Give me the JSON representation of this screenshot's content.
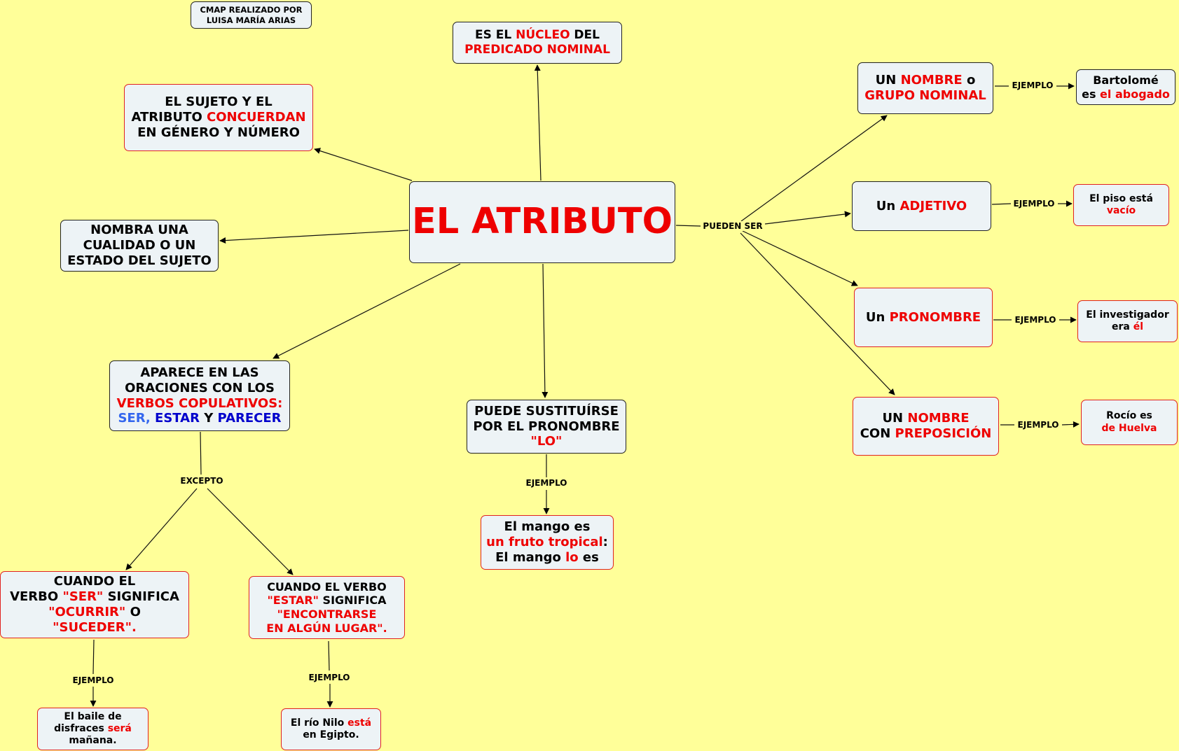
{
  "colors": {
    "background": "#ffff99",
    "node_fill": "#edf3f6",
    "accent_red": "#ee0000",
    "blue_light": "#3366ee",
    "blue_dark": "#0000cc"
  },
  "credit": {
    "line1": "CMAP REALIZADO POR",
    "line2": "LUISA MARÍA ARIAS"
  },
  "central": {
    "title": "EL ATRIBUTO"
  },
  "nucleo": {
    "a": "ES EL ",
    "b": "NÚCLEO",
    "c": " DEL",
    "d": "PREDICADO NOMINAL"
  },
  "concuerdan": {
    "l1": "EL SUJETO Y EL",
    "l2a": "ATRIBUTO ",
    "l2b": "CONCUERDAN",
    "l3": "EN GÉNERO Y NÚMERO"
  },
  "cualidad": {
    "l1": "NOMBRA UNA",
    "l2": "CUALIDAD O UN",
    "l3": "ESTADO DEL SUJETO"
  },
  "copulativos": {
    "l1": "APARECE EN LAS",
    "l2": "ORACIONES CON LOS",
    "l3": "VERBOS COPULATIVOS:",
    "ser": "SER,",
    "estar": "ESTAR",
    "y": " Y ",
    "parecer": "PARECER"
  },
  "sustituirse": {
    "l1": "PUEDE SUSTITUÍRSE",
    "l2": "POR EL PRONOMBRE",
    "l3": "\"LO\""
  },
  "mango": {
    "l1": "El mango es",
    "l2a": "un fruto tropical",
    "l2b": ":",
    "l3a": "El mango ",
    "l3b": "lo",
    "l3c": " es"
  },
  "ser_excepto": {
    "l1": "CUANDO EL",
    "l2a": "VERBO ",
    "l2b": "\"SER\"",
    "l2c": " SIGNIFICA",
    "l3a": "\"OCURRIR\"",
    "l3b": " O",
    "l4": "\"SUCEDER\"."
  },
  "estar_excepto": {
    "l1": "CUANDO EL VERBO",
    "l2a": "\"ESTAR\"",
    "l2b": " SIGNIFICA",
    "l3": "\"ENCONTRARSE",
    "l4": "EN ALGÚN LUGAR\"."
  },
  "baile": {
    "l1": "El baile de",
    "l2a": "disfraces ",
    "l2b": "será",
    "l3": "mañana."
  },
  "nilo": {
    "l1a": "El río Nilo ",
    "l1b": "está",
    "l2": "en Egipto."
  },
  "pueden_ser": [
    {
      "pre": "UN ",
      "key": "NOMBRE",
      "post": " o",
      "line2": "GRUPO NOMINAL",
      "example_pre": "Bartolomé",
      "example_mid": "es ",
      "example_key": "el abogado"
    },
    {
      "pre": "Un ",
      "key": "ADJETIVO",
      "example_l1": "El piso está",
      "example_key": "vacío"
    },
    {
      "pre": "Un ",
      "key": "PRONOMBRE",
      "example_l1": "El investigador",
      "example_l2a": "era ",
      "example_key": "él"
    },
    {
      "pre": "UN ",
      "key": "NOMBRE",
      "line2a": "CON ",
      "line2b": "PREPOSICIÓN",
      "example_l1": "Rocío es",
      "example_key": "de Huelva"
    }
  ],
  "link_labels": {
    "pueden_ser": "PUEDEN SER",
    "ejemplo": "EJEMPLO",
    "excepto": "EXCEPTO"
  }
}
